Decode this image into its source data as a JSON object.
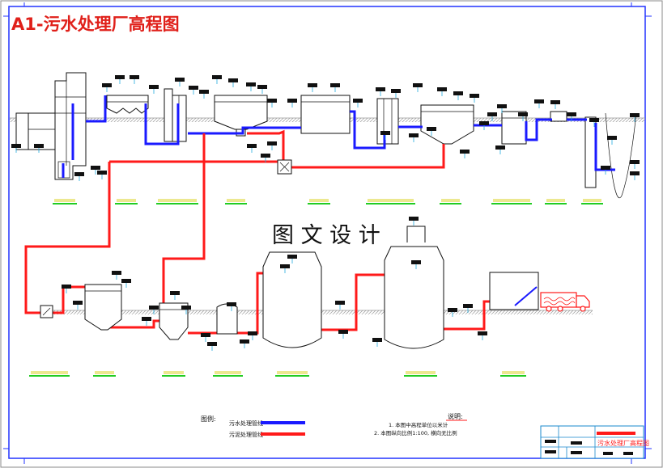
{
  "title": "A1-污水处理厂高程图",
  "watermark": "图 文 设 计",
  "legend": {
    "heading": "图例:",
    "items": [
      {
        "label": "污水处理管线",
        "color": "#1a1aff"
      },
      {
        "label": "污泥处理管线",
        "color": "#ff1a1a"
      }
    ]
  },
  "notes": {
    "heading": "说明:",
    "lines": [
      "1. 本图中高程单位以米计",
      "2. 本图纵向比例1:100, 横向无比例"
    ]
  },
  "title_block": {
    "drawing_name": "污水处理厂高程图"
  },
  "colors": {
    "title": "#e0201a",
    "frame": "#2233ff",
    "sewage_pipe": "#1a1aff",
    "sludge_pipe": "#ff1a1a",
    "label_line": "#22cc22",
    "ground": "#999999"
  }
}
